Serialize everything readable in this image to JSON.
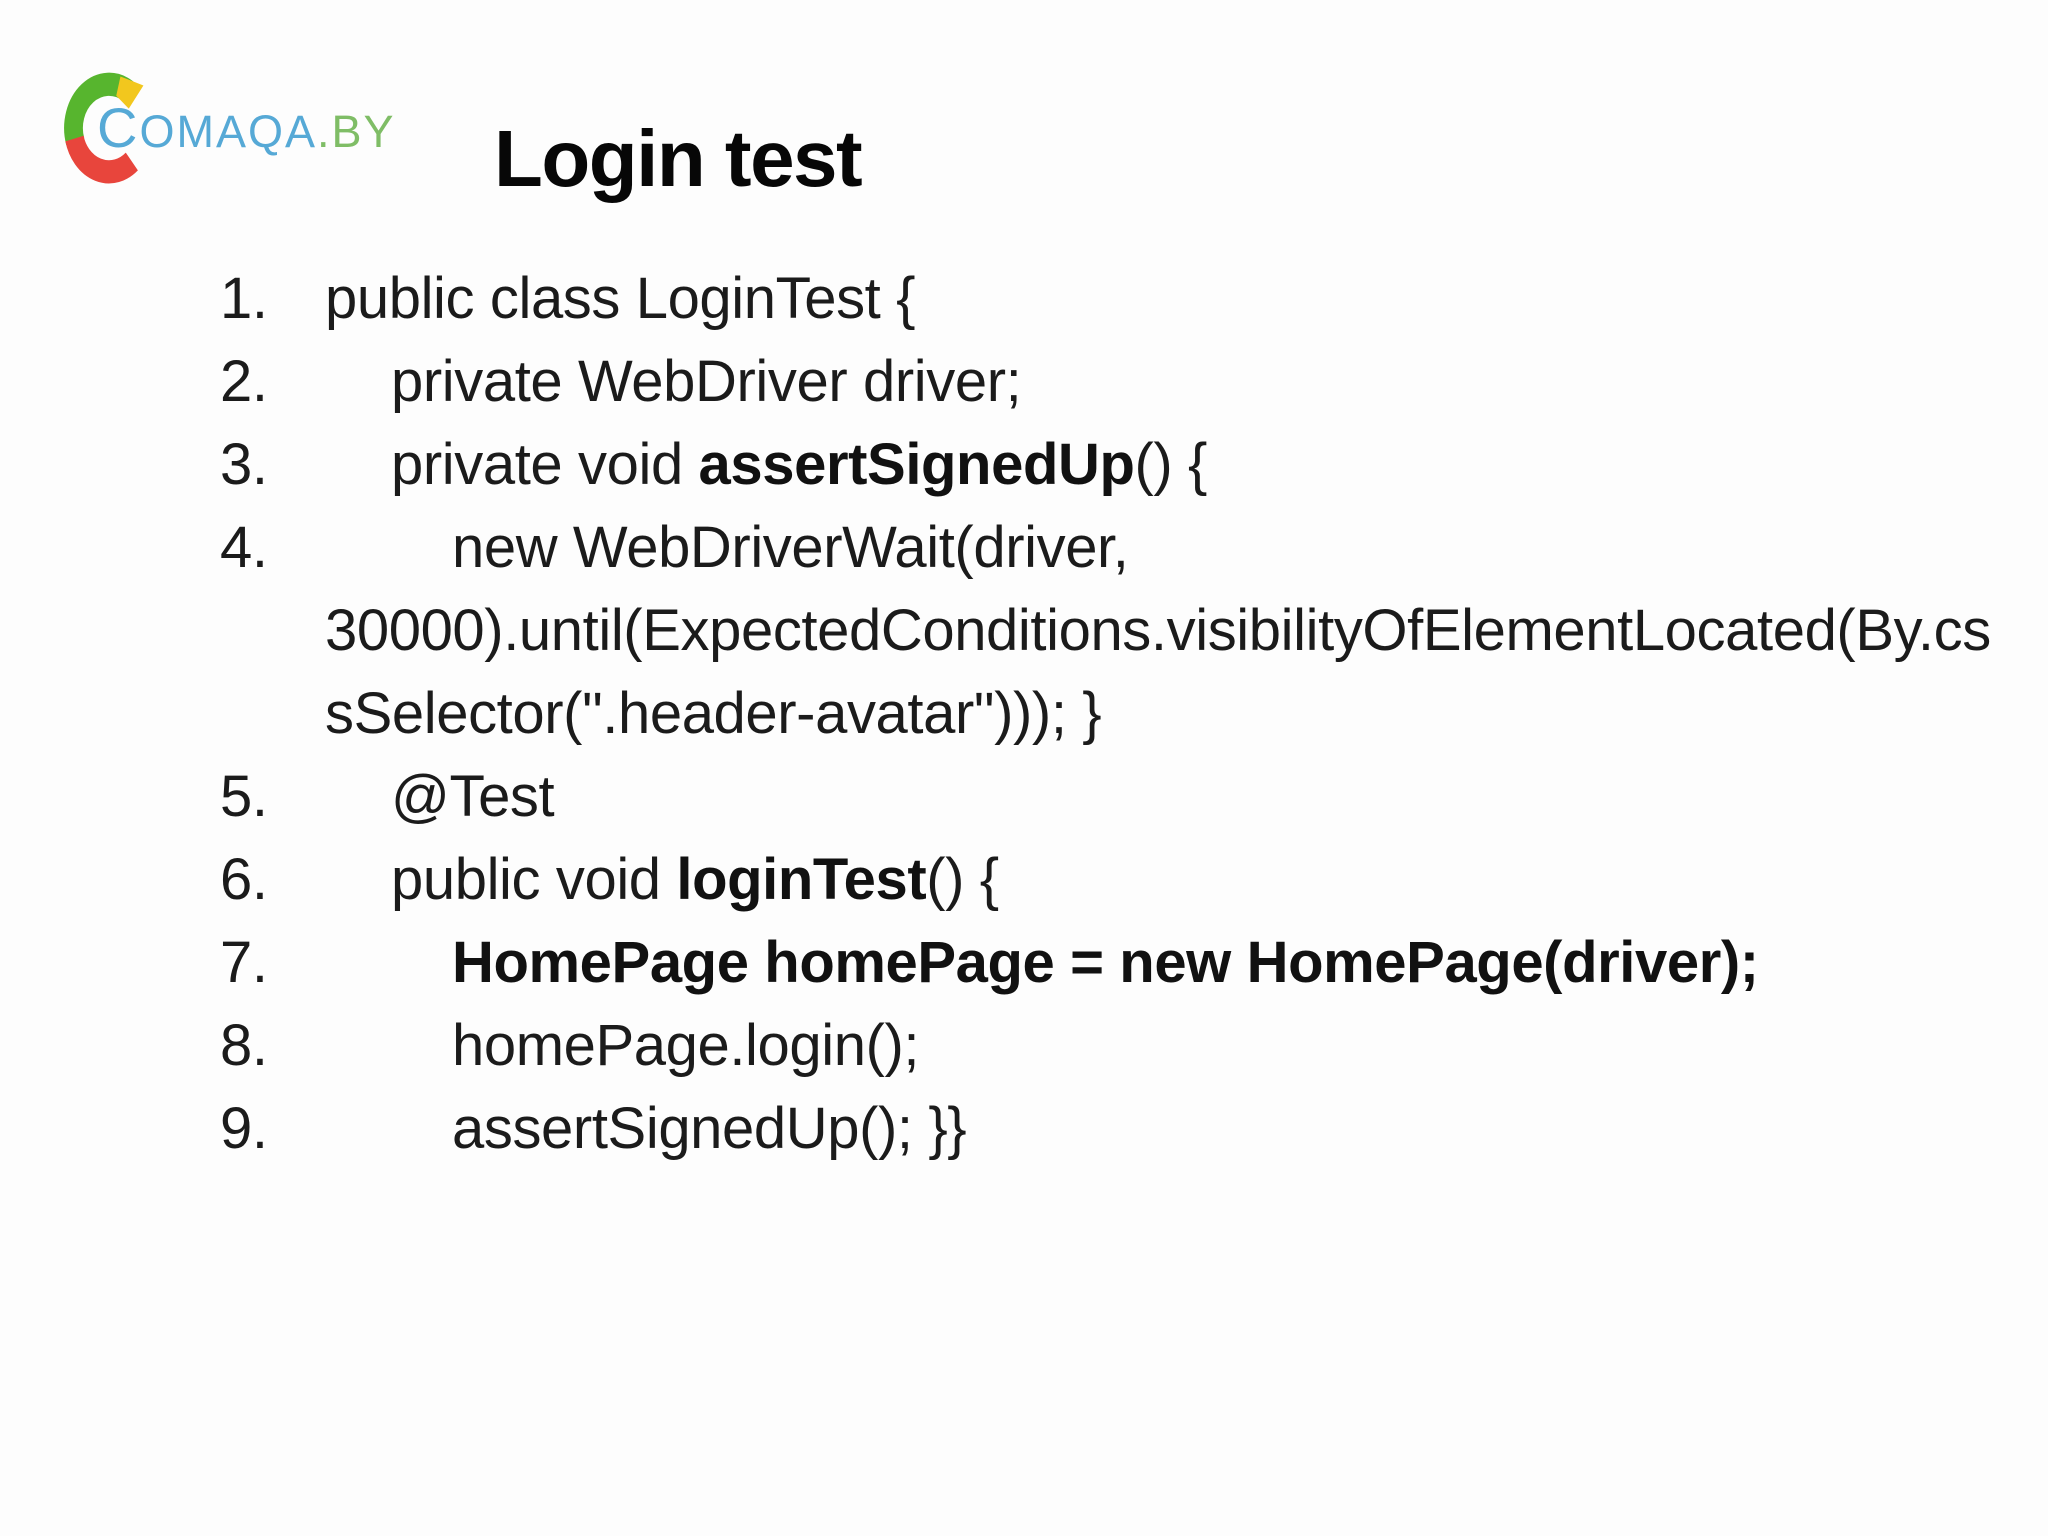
{
  "logo": {
    "wordmark_primary_letter": "C",
    "wordmark_primary_rest": "OMAQA",
    "wordmark_suffix": ".BY",
    "colors": {
      "arc_green": "#57b52e",
      "arc_red": "#e8453c",
      "arc_yellow": "#f2c71e",
      "wordmark_blue": "#56a9d6",
      "wordmark_green": "#7fbd66"
    }
  },
  "title": "Login test",
  "code": {
    "text_color": "#1b1b1b",
    "lines": [
      {
        "num": "1.",
        "pre": "public class LoginTest {"
      },
      {
        "num": "2.",
        "pre": "private WebDriver driver;"
      },
      {
        "num": "3.",
        "pre": "private void ",
        "bold": "assertSignedUp",
        "post": "() {"
      },
      {
        "num": "4.",
        "pre": "new WebDriverWait(driver,"
      },
      {
        "num": "",
        "pre": "30000).until(ExpectedConditions.visibilityOfElementLocated(By.cs"
      },
      {
        "num": "",
        "pre": "sSelector(\".header-avatar\"))); }"
      },
      {
        "num": "5.",
        "pre": "@Test"
      },
      {
        "num": "6.",
        "pre": "public void ",
        "bold": "loginTest",
        "post": "() {"
      },
      {
        "num": "7.",
        "bold": "HomePage homePage = new HomePage(driver);"
      },
      {
        "num": "8.",
        "pre": "homePage.login();"
      },
      {
        "num": "9.",
        "pre": "assertSignedUp(); }}"
      }
    ]
  }
}
